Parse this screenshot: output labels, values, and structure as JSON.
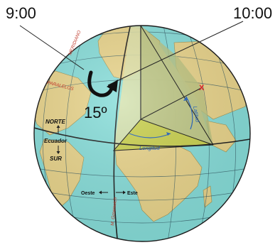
{
  "labels": {
    "time_left": "9:00",
    "time_right": "10:00",
    "degrees": "15º",
    "meridiano": "MERIDIANO",
    "paralelos": "PARALELOS",
    "norte": "NORTE",
    "ecuador": "Ecuador",
    "sur": "SUR",
    "latitud": "Latitud",
    "longitud": "Longitud",
    "oeste": "Oeste",
    "este": "Este",
    "greenwich": "M. Greenwich",
    "marker": "X"
  },
  "colors": {
    "ocean": "#86ddd9",
    "land": "#e9d48a",
    "wedge_dark": "#b9c27c",
    "wedge_light": "#dfe3a8",
    "longitud_fill": "#c9d04c",
    "grid": "#2f5560",
    "arrow": "#111111",
    "marker": "#e0202a",
    "arc_blue": "#1f5fbf"
  },
  "icons": {
    "rotation": "curved-arrow-icon",
    "marker": "x-mark-icon"
  }
}
